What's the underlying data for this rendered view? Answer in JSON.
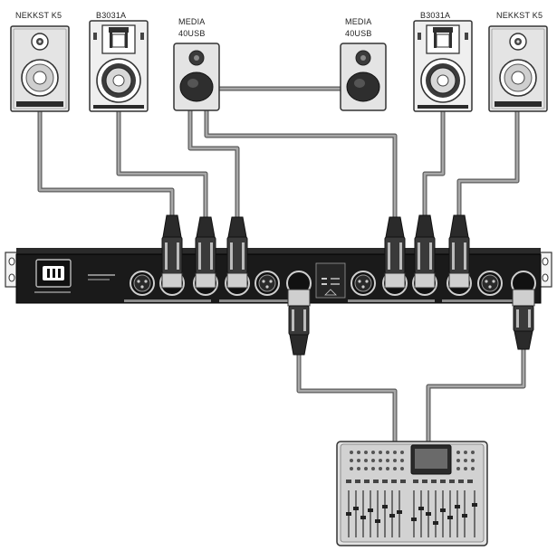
{
  "diagram": {
    "speakers": {
      "left_outer": {
        "label": "NEKKST K5"
      },
      "left_inner": {
        "label": "B3031A"
      },
      "left_media": {
        "label": [
          "MEDIA",
          "40USB"
        ]
      },
      "right_media": {
        "label": [
          "MEDIA",
          "40USB"
        ]
      },
      "right_inner": {
        "label": "B3031A"
      },
      "right_outer": {
        "label": "NEKKST K5"
      }
    },
    "colors": {
      "cable": "#8a8a8a",
      "cable_outline": "#5a5a5a",
      "rack": "#1a1a1a",
      "connector": "#2a2a2a",
      "speaker_body": "#e6e6e6",
      "speaker_dark": "#3a3a3a"
    }
  }
}
